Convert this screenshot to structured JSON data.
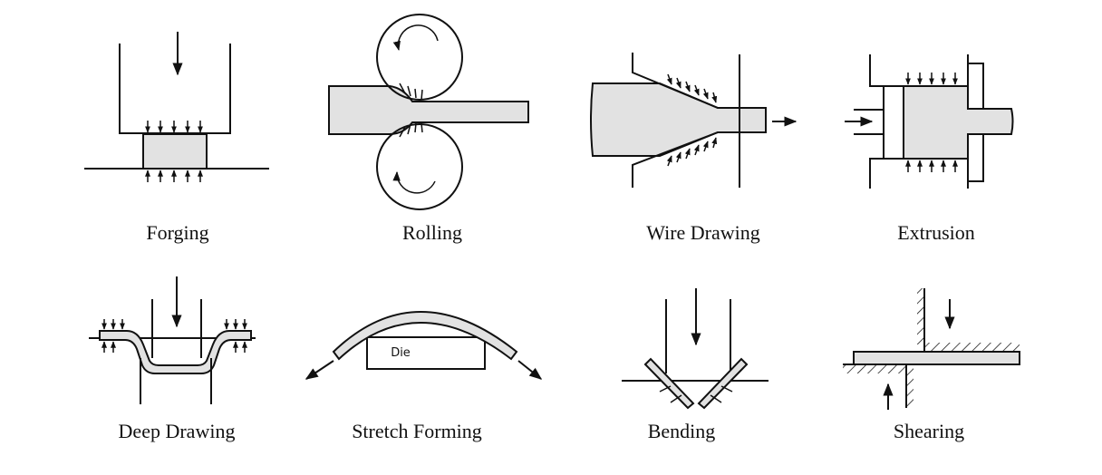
{
  "processes": [
    {
      "name": "Forging"
    },
    {
      "name": "Rolling"
    },
    {
      "name": "Wire Drawing"
    },
    {
      "name": "Extrusion"
    },
    {
      "name": "Deep Drawing"
    },
    {
      "name": "Stretch Forming"
    },
    {
      "name": "Bending"
    },
    {
      "name": "Shearing"
    }
  ],
  "stretch_die_label": "Die",
  "colors": {
    "line": "#111111",
    "workpiece": "#e2e2e2",
    "background": "#ffffff"
  }
}
